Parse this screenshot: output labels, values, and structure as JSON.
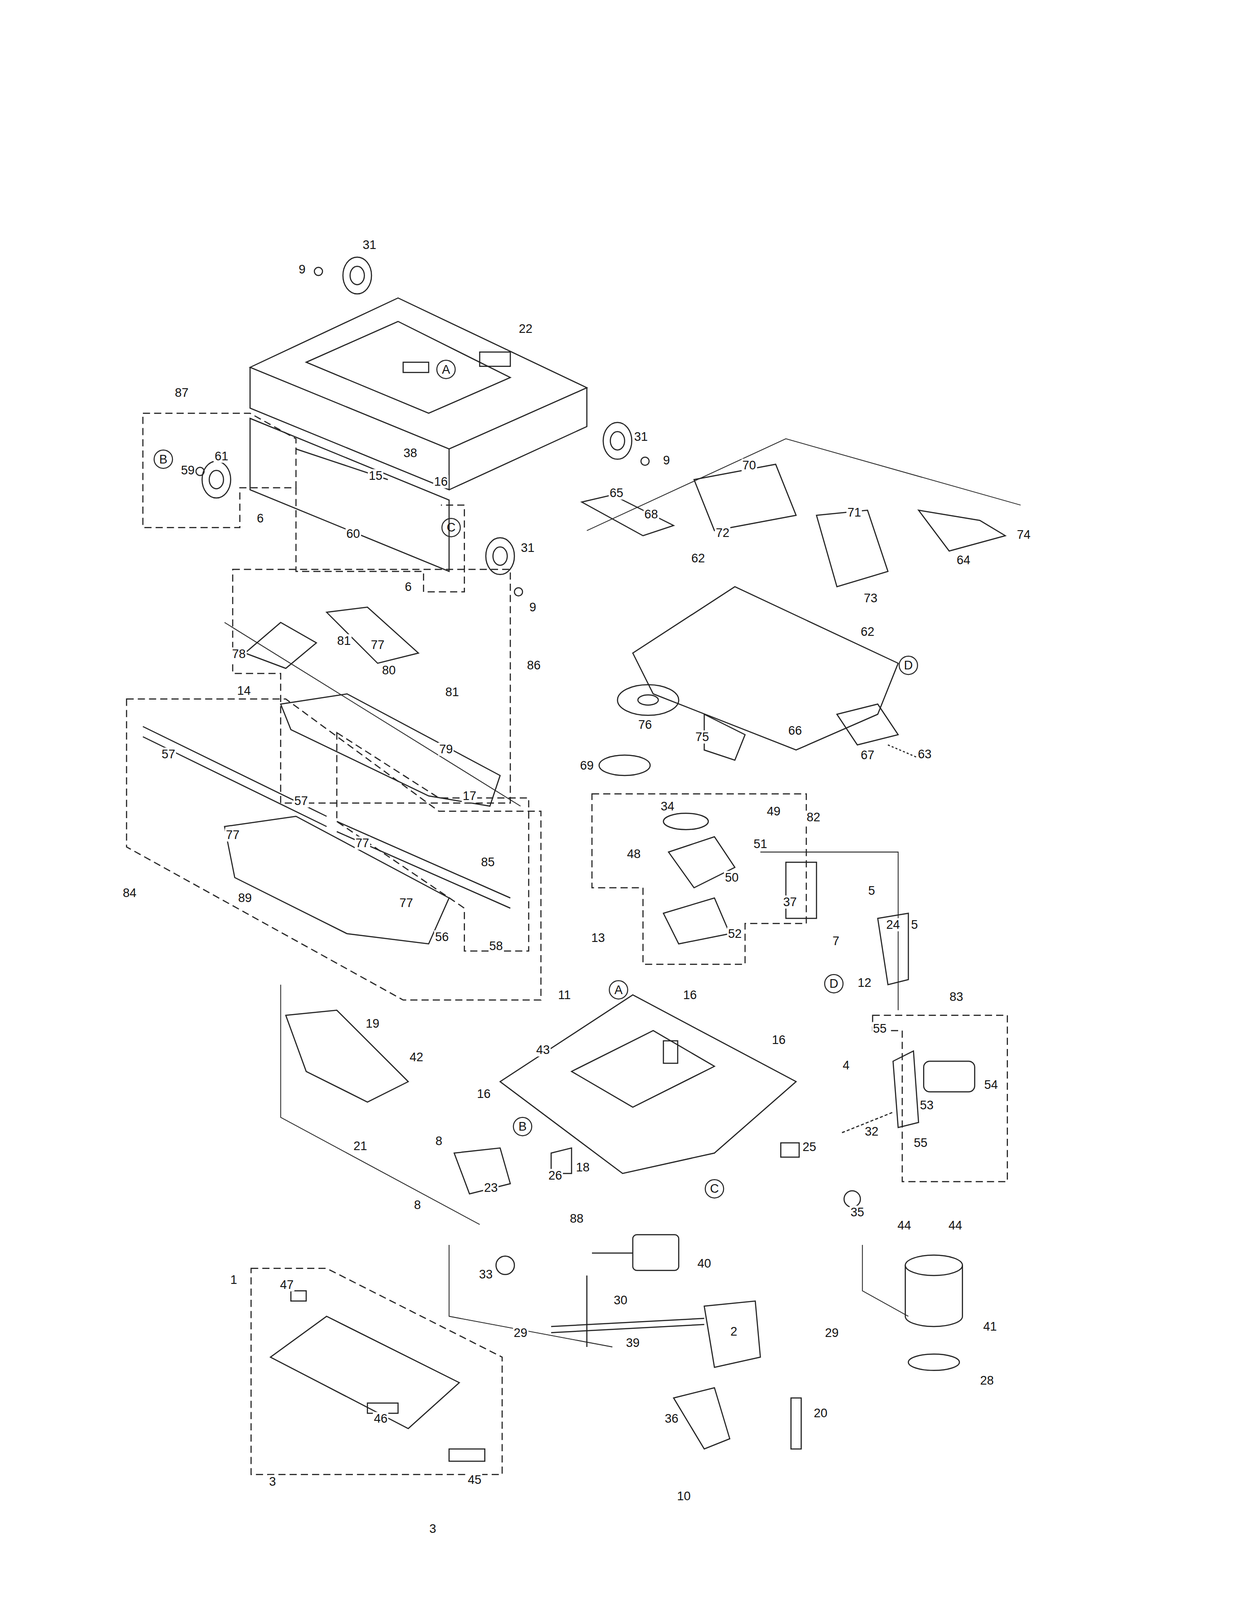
{
  "diagram": {
    "labels": [
      "31",
      "9",
      "22",
      "A",
      "87",
      "B",
      "61",
      "59",
      "38",
      "15",
      "16",
      "31",
      "9",
      "70",
      "65",
      "68",
      "72",
      "71",
      "74",
      "6",
      "C",
      "60",
      "31",
      "9",
      "6",
      "62",
      "64",
      "73",
      "62",
      "81",
      "77",
      "78",
      "86",
      "D",
      "80",
      "81",
      "14",
      "76",
      "79",
      "75",
      "66",
      "67",
      "63",
      "69",
      "57",
      "17",
      "57",
      "34",
      "49",
      "82",
      "77",
      "77",
      "48",
      "51",
      "85",
      "50",
      "84",
      "89",
      "77",
      "5",
      "37",
      "24",
      "5",
      "52",
      "56",
      "58",
      "13",
      "7",
      "11",
      "A",
      "16",
      "12",
      "D",
      "83",
      "55",
      "19",
      "43",
      "16",
      "4",
      "54",
      "42",
      "16",
      "53",
      "B",
      "32",
      "55",
      "8",
      "21",
      "25",
      "18",
      "23",
      "26",
      "C",
      "35",
      "8",
      "88",
      "33",
      "40",
      "44",
      "44",
      "1",
      "47",
      "30",
      "2",
      "29",
      "39",
      "29",
      "41",
      "28",
      "46",
      "36",
      "20",
      "45",
      "3",
      "10",
      "3"
    ]
  }
}
